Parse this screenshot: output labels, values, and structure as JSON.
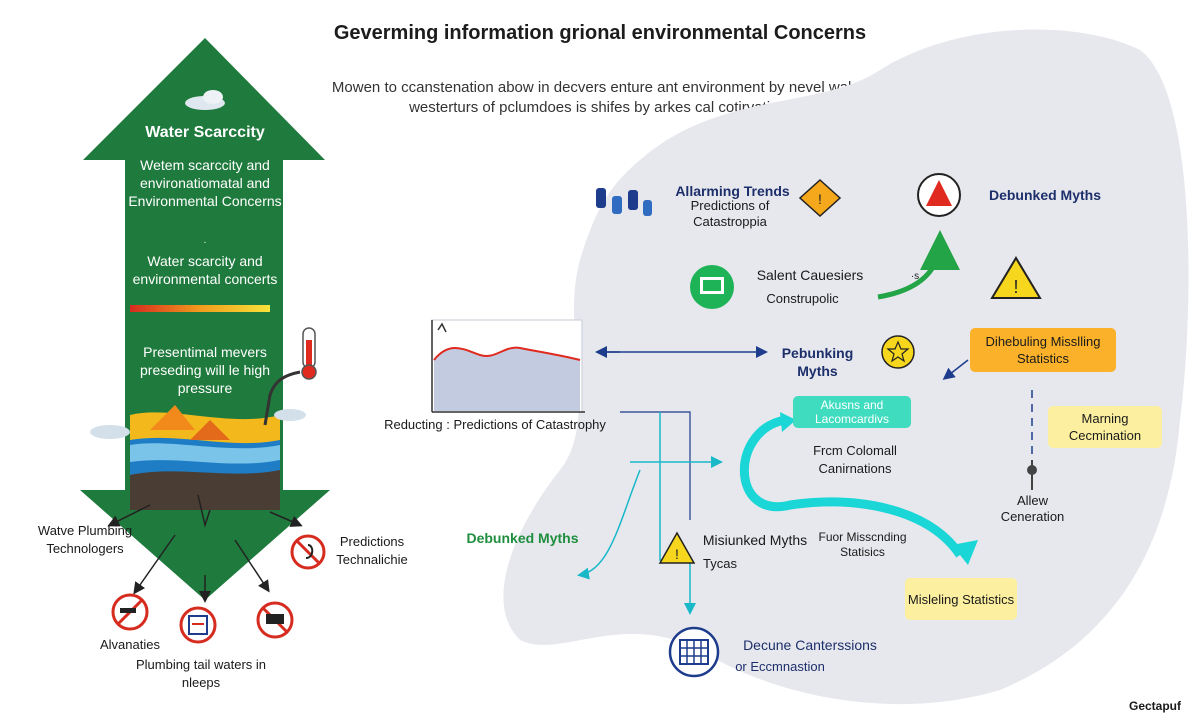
{
  "header": {
    "title": "Geverming information grional environmental Concerns",
    "subtitle": "Mowen to ccanstenation abow in decvers enture ant environment by nevel walen westerturs of pclumdoes is shifes by arkes cal cotirvation."
  },
  "arrow_panel": {
    "heading": "Water Scarccity",
    "block1": "Wetem scarccity and environatiomatal and Environmental Concerns",
    "dot": "·",
    "block2": "Water scarcity and environmental concerts",
    "block3": "Presentimal mevers preseding will le high pressure"
  },
  "left_labels": {
    "watve": "Watve Plumbing Technologers",
    "predictions": "Predictions Technalichie",
    "alvanaties": "Alvanaties",
    "plumbing": "Plumbing tail waters in nleeps"
  },
  "chart_inset": {
    "label": "Reducting : Predictions of Catastrophy"
  },
  "nodes": {
    "alarming_title": "Allarming Trends",
    "alarming_sub": "Predictions of Catastroppia",
    "debunked_top": "Debunked Myths",
    "salent_title": "Salent Cauesiers",
    "salent_sub": "Construpolic",
    "salent_mark": "·s",
    "pebunking": "Pebunking Myths",
    "dihebuling": "Dihebuling Misslling Statistics",
    "akusns": "Akusns and Lacomcardivs",
    "from_colomall": "Frcm Colomall Canirnations",
    "marning": "Marning Cecmination",
    "allew": "Allew Ceneration",
    "debunked_left": "Debunked Myths",
    "misiunked_title": "Misiunked Myths",
    "misiunked_sub": "Tycas",
    "fuor": "Fuor Misscnding Statisics",
    "misleling": "Misleling Statistics",
    "decune_title": "Decune Canterssions",
    "decune_sub": "or Eccmnastion"
  },
  "footer": {
    "brand": "Gectapuf"
  }
}
